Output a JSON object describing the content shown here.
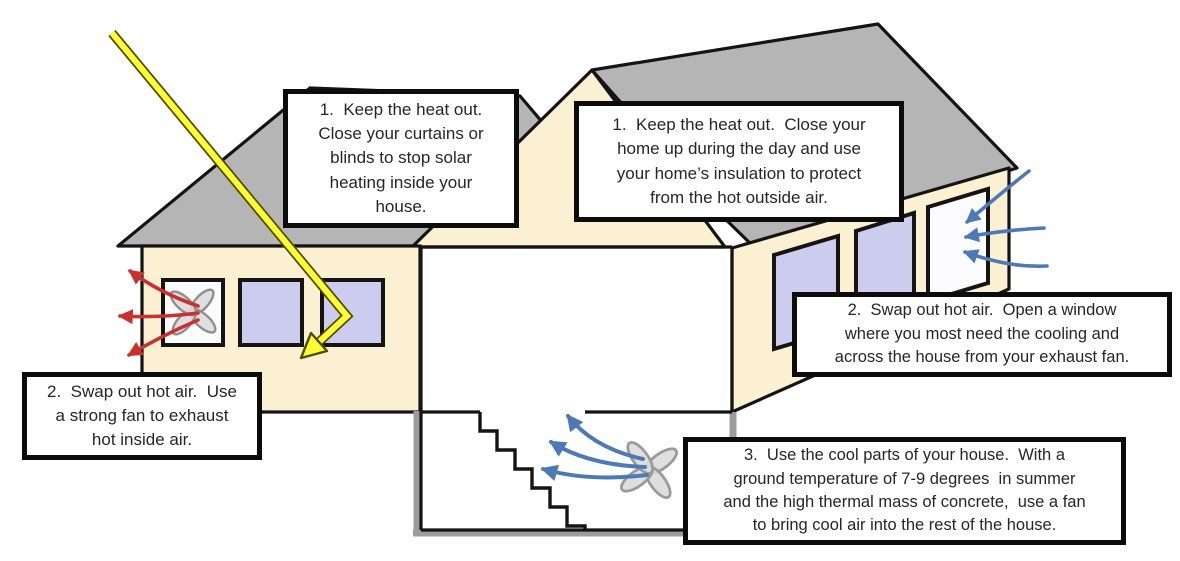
{
  "diagram": {
    "notes": {
      "keep_heat_out_curtains": "1.  Keep the heat out.\nClose your curtains or\nblinds to stop solar\nheating inside your\nhouse.",
      "keep_heat_out_insulation": "1.  Keep the heat out.  Close your\nhome up during the day and use\nyour home’s insulation to protect\nfrom the hot outside air.",
      "swap_hot_air_window": "2.  Swap out hot air.  Open a window\nwhere you most need the cooling and\nacross the house from your exhaust fan.",
      "swap_hot_air_fan": "2.  Swap out hot air.  Use\na strong fan to exhaust\nhot inside air.",
      "use_cool_parts": "3.  Use the cool parts of your house.  With a\nground temperature of 7-9 degrees  in summer\nand the high thermal mass of concrete,  use a fan\nto bring cool air into the rest of the house."
    },
    "icons": {
      "wall_fan": "fan-icon",
      "basement_fan": "fan-icon",
      "solar_ray": "solar-ray-arrow-icon",
      "hot_air_out": "red-exhaust-arrows-icon",
      "cool_air_in": "blue-airflow-arrows-icon"
    },
    "colors": {
      "roof": "#b5b5b5",
      "wall": "#fcf0d2",
      "window": "#ccccee",
      "outline": "#141414",
      "solar_arrow": "#ffff33",
      "exhaust_arrow": "#c8312e",
      "cool_arrow": "#4d7ab5",
      "shadow": "#9c9c9c"
    }
  }
}
